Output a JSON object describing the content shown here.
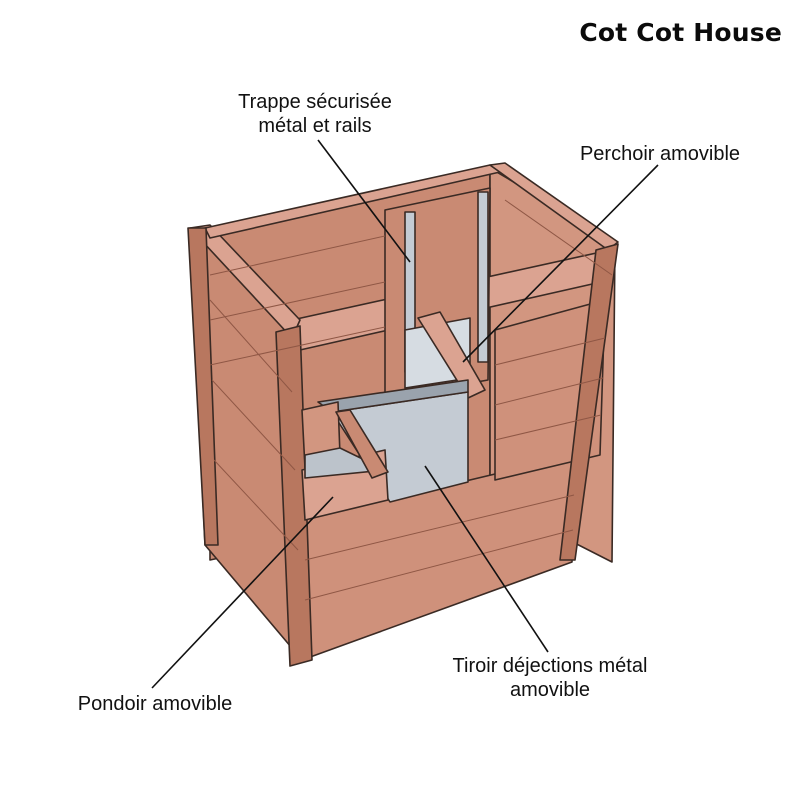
{
  "brand": {
    "name": "Cot Cot House"
  },
  "colors": {
    "wood": "#c98a73",
    "wood_dark": "#a96b56",
    "wood_light": "#dba391",
    "metal": "#c4cbd3",
    "metal_dark": "#9aa3ad",
    "outline": "#3a2a24",
    "leader": "#111111"
  },
  "callouts": {
    "trappe": {
      "line1": "Trappe sécurisée",
      "line2": "métal et rails"
    },
    "perchoir": {
      "text": "Perchoir amovible"
    },
    "tiroir": {
      "line1": "Tiroir déjections métal",
      "line2": "amovible"
    },
    "pondoir": {
      "text": "Pondoir amovible"
    }
  }
}
